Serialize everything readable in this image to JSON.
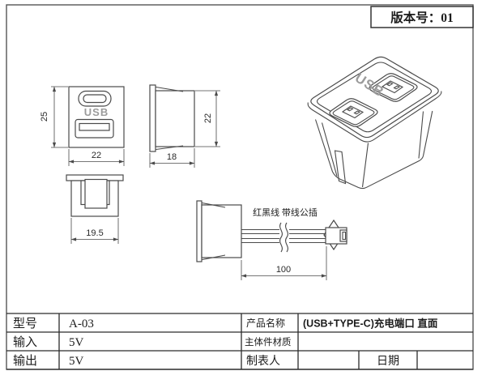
{
  "version_box": {
    "label": "版本号：01"
  },
  "drawing": {
    "front_view": {
      "usb_label": "USB",
      "dim_height": "25",
      "dim_width": "22"
    },
    "side_view": {
      "dim_height": "22",
      "dim_depth": "18"
    },
    "back_view": {
      "dim_width": "19.5"
    },
    "cable_view": {
      "annotation": "红黑线 带线公插",
      "dim_length": "100"
    },
    "iso_view": {
      "usb_label": "USB"
    }
  },
  "spec_table": {
    "model": {
      "label": "型号",
      "value": "A-03"
    },
    "input": {
      "label": "输入",
      "value": "5V"
    },
    "output": {
      "label": "输出",
      "value": "5V"
    },
    "product_name": {
      "label": "产品名称",
      "value": "(USB+TYPE-C)充电端口  直面"
    },
    "material": {
      "label": "主体件材质",
      "value": ""
    },
    "preparer": {
      "label": "制表人",
      "value": ""
    },
    "date": {
      "label": "日期",
      "value": ""
    }
  },
  "colors": {
    "line": "#4a4a4a",
    "table_line": "#2b2b2b",
    "usb_text": "#9b9b9b",
    "text": "#1c1c1c"
  }
}
